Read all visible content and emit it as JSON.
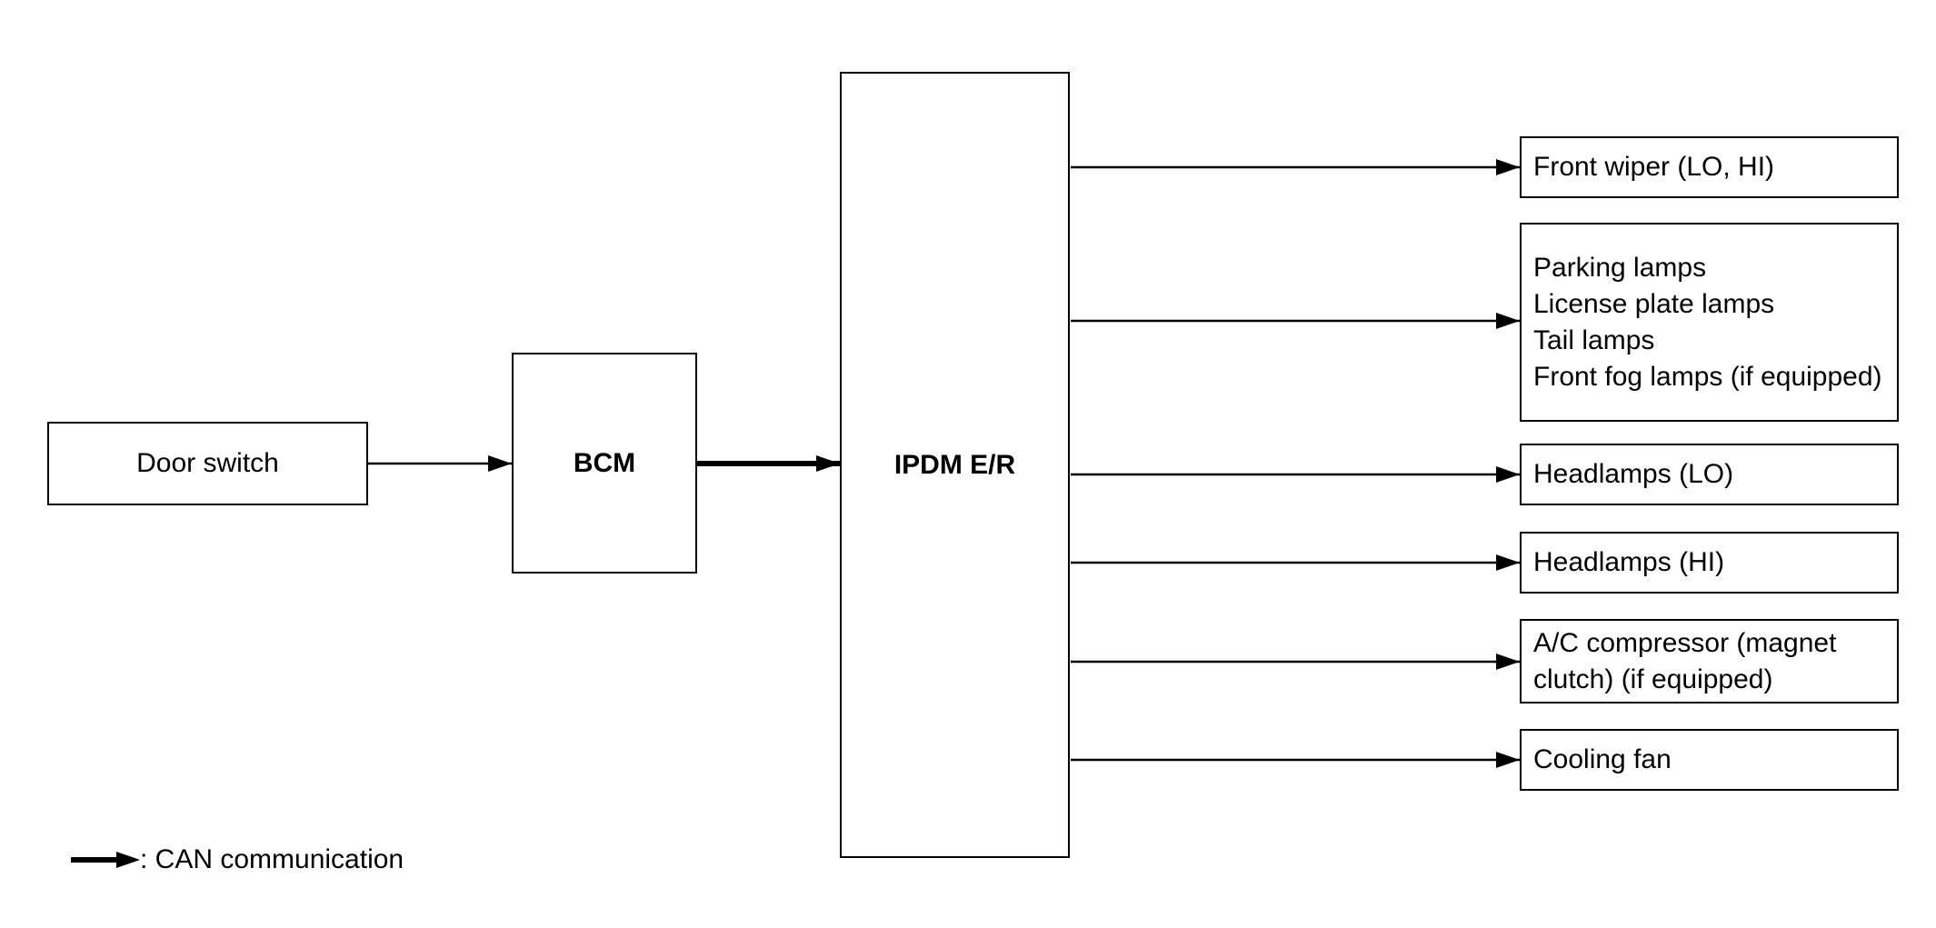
{
  "nodes": {
    "door_switch": "Door switch",
    "bcm": "BCM",
    "ipdm": "IPDM E/R"
  },
  "outputs": [
    {
      "id": "front-wiper",
      "lines": [
        "Front wiper (LO, HI)"
      ]
    },
    {
      "id": "lamps",
      "lines": [
        "Parking lamps",
        "License plate lamps",
        "Tail lamps",
        "Front fog lamps (if equipped)"
      ]
    },
    {
      "id": "headlamps-lo",
      "lines": [
        "Headlamps (LO)"
      ]
    },
    {
      "id": "headlamps-hi",
      "lines": [
        "Headlamps (HI)"
      ]
    },
    {
      "id": "ac-compressor",
      "lines": [
        "A/C compressor (magnet",
        "clutch) (if equipped)"
      ]
    },
    {
      "id": "cooling-fan",
      "lines": [
        "Cooling fan"
      ]
    }
  ],
  "legend": {
    "text": ": CAN communication"
  },
  "colors": {
    "line": "#000000",
    "background": "#ffffff"
  }
}
